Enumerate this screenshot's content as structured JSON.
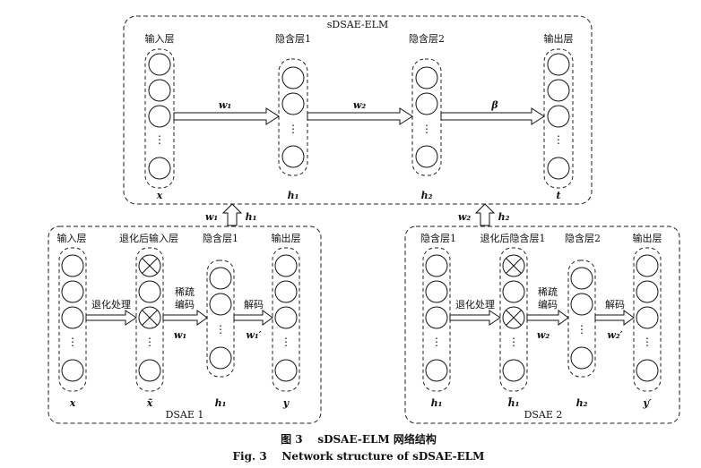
{
  "top": {
    "title": "sDSAE-ELM",
    "layers": [
      {
        "label": "输入层",
        "var": "x"
      },
      {
        "label": "隐含层1",
        "var": "h₁"
      },
      {
        "label": "隐含层2",
        "var": "h₂"
      },
      {
        "label": "输出层",
        "var": "t"
      }
    ],
    "weights": [
      "w₁",
      "w₂",
      "β"
    ]
  },
  "connectors": {
    "left": [
      "w₁",
      "h₁"
    ],
    "right": [
      "w₂",
      "h₂"
    ]
  },
  "dsae1": {
    "title": "DSAE 1",
    "layers": [
      {
        "label": "输入层",
        "var": "x"
      },
      {
        "label": "退化后输入层",
        "var": "x̃"
      },
      {
        "label": "隐含层1",
        "var": "h₁"
      },
      {
        "label": "输出层",
        "var": "y"
      }
    ],
    "arrows": [
      {
        "text": "退化处理"
      },
      {
        "text_line1": "稀疏",
        "text_line2": "编码",
        "weight": "w₁"
      },
      {
        "text": "解码",
        "weight": "w₁′"
      }
    ]
  },
  "dsae2": {
    "title": "DSAE 2",
    "layers": [
      {
        "label": "隐含层1",
        "var": "h₁"
      },
      {
        "label": "退化后隐含层1",
        "var": "h̃₁"
      },
      {
        "label": "隐含层2",
        "var": "h₂"
      },
      {
        "label": "输出层",
        "var": "y′"
      }
    ],
    "arrows": [
      {
        "text": "退化处理"
      },
      {
        "text_line1": "稀疏",
        "text_line2": "编码",
        "weight": "w₂"
      },
      {
        "text": "解码",
        "weight": "w₂′"
      }
    ]
  },
  "caption": {
    "cn": "图 3    sDSAE-ELM 网络结构",
    "en": "Fig. 3    Network structure of sDSAE-ELM"
  }
}
